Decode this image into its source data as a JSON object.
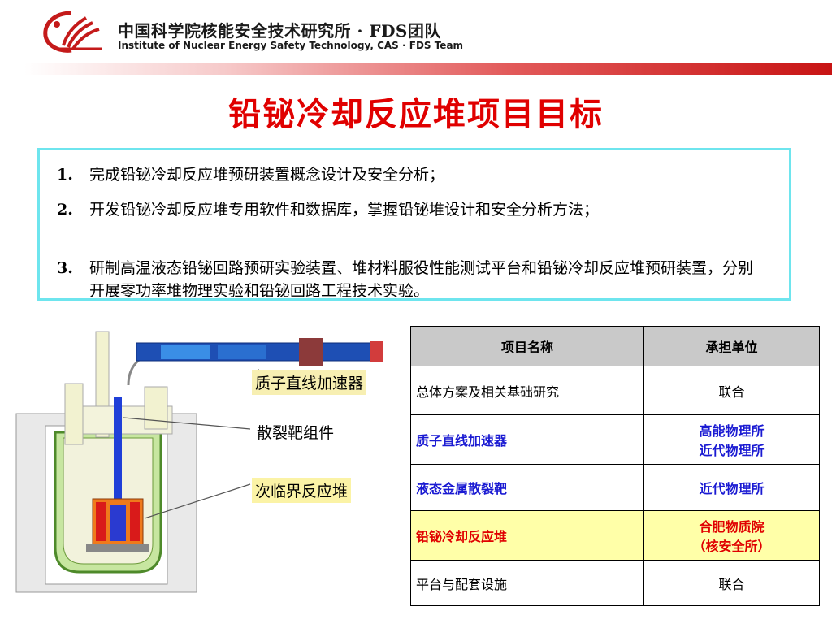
{
  "header": {
    "org_cn": "中国科学院核能安全技术研究所 · FDS团队",
    "org_en": "Institute of Nuclear Energy Safety Technology, CAS · FDS Team"
  },
  "title": "铅铋冷却反应堆项目目标",
  "goals": [
    {
      "num": "1.",
      "text": "完成铅铋冷却反应堆预研装置概念设计及安全分析；"
    },
    {
      "num": "2.",
      "text": "开发铅铋冷却反应堆专用软件和数据库，掌握铅铋堆设计和安全分析方法；"
    },
    {
      "num": "3.",
      "text": "研制高温液态铅铋回路预研实验装置、堆材料服役性能测试平台和铅铋冷却反应堆预研装置，分别开展零功率堆物理实验和铅铋回路工程技术实验。"
    }
  ],
  "diagram": {
    "labels": {
      "accelerator": "质子直线加速器",
      "target": "散裂靶组件",
      "reactor": "次临界反应堆"
    }
  },
  "table": {
    "headers": [
      "项目名称",
      "承担单位"
    ],
    "rows": [
      {
        "name": "总体方案及相关基础研究",
        "unit_lines": [
          "联合"
        ],
        "style": "plain"
      },
      {
        "name": "质子直线加速器",
        "unit_lines": [
          "高能物理所",
          "近代物理所"
        ],
        "style": "blue"
      },
      {
        "name": "液态金属散裂靶",
        "unit_lines": [
          "近代物理所"
        ],
        "style": "blue"
      },
      {
        "name": "铅铋冷却反应堆",
        "unit_lines": [
          "合肥物质院",
          "（核安全所）"
        ],
        "style": "red"
      },
      {
        "name": "平台与配套设施",
        "unit_lines": [
          "联合"
        ],
        "style": "plain"
      }
    ]
  },
  "colors": {
    "title_red": "#e00000",
    "goals_border": "#6ee5ee",
    "table_header_bg": "#c9c9c9",
    "highlight_row_bg": "#ffffa8",
    "blue_text": "#1a1ad2"
  }
}
